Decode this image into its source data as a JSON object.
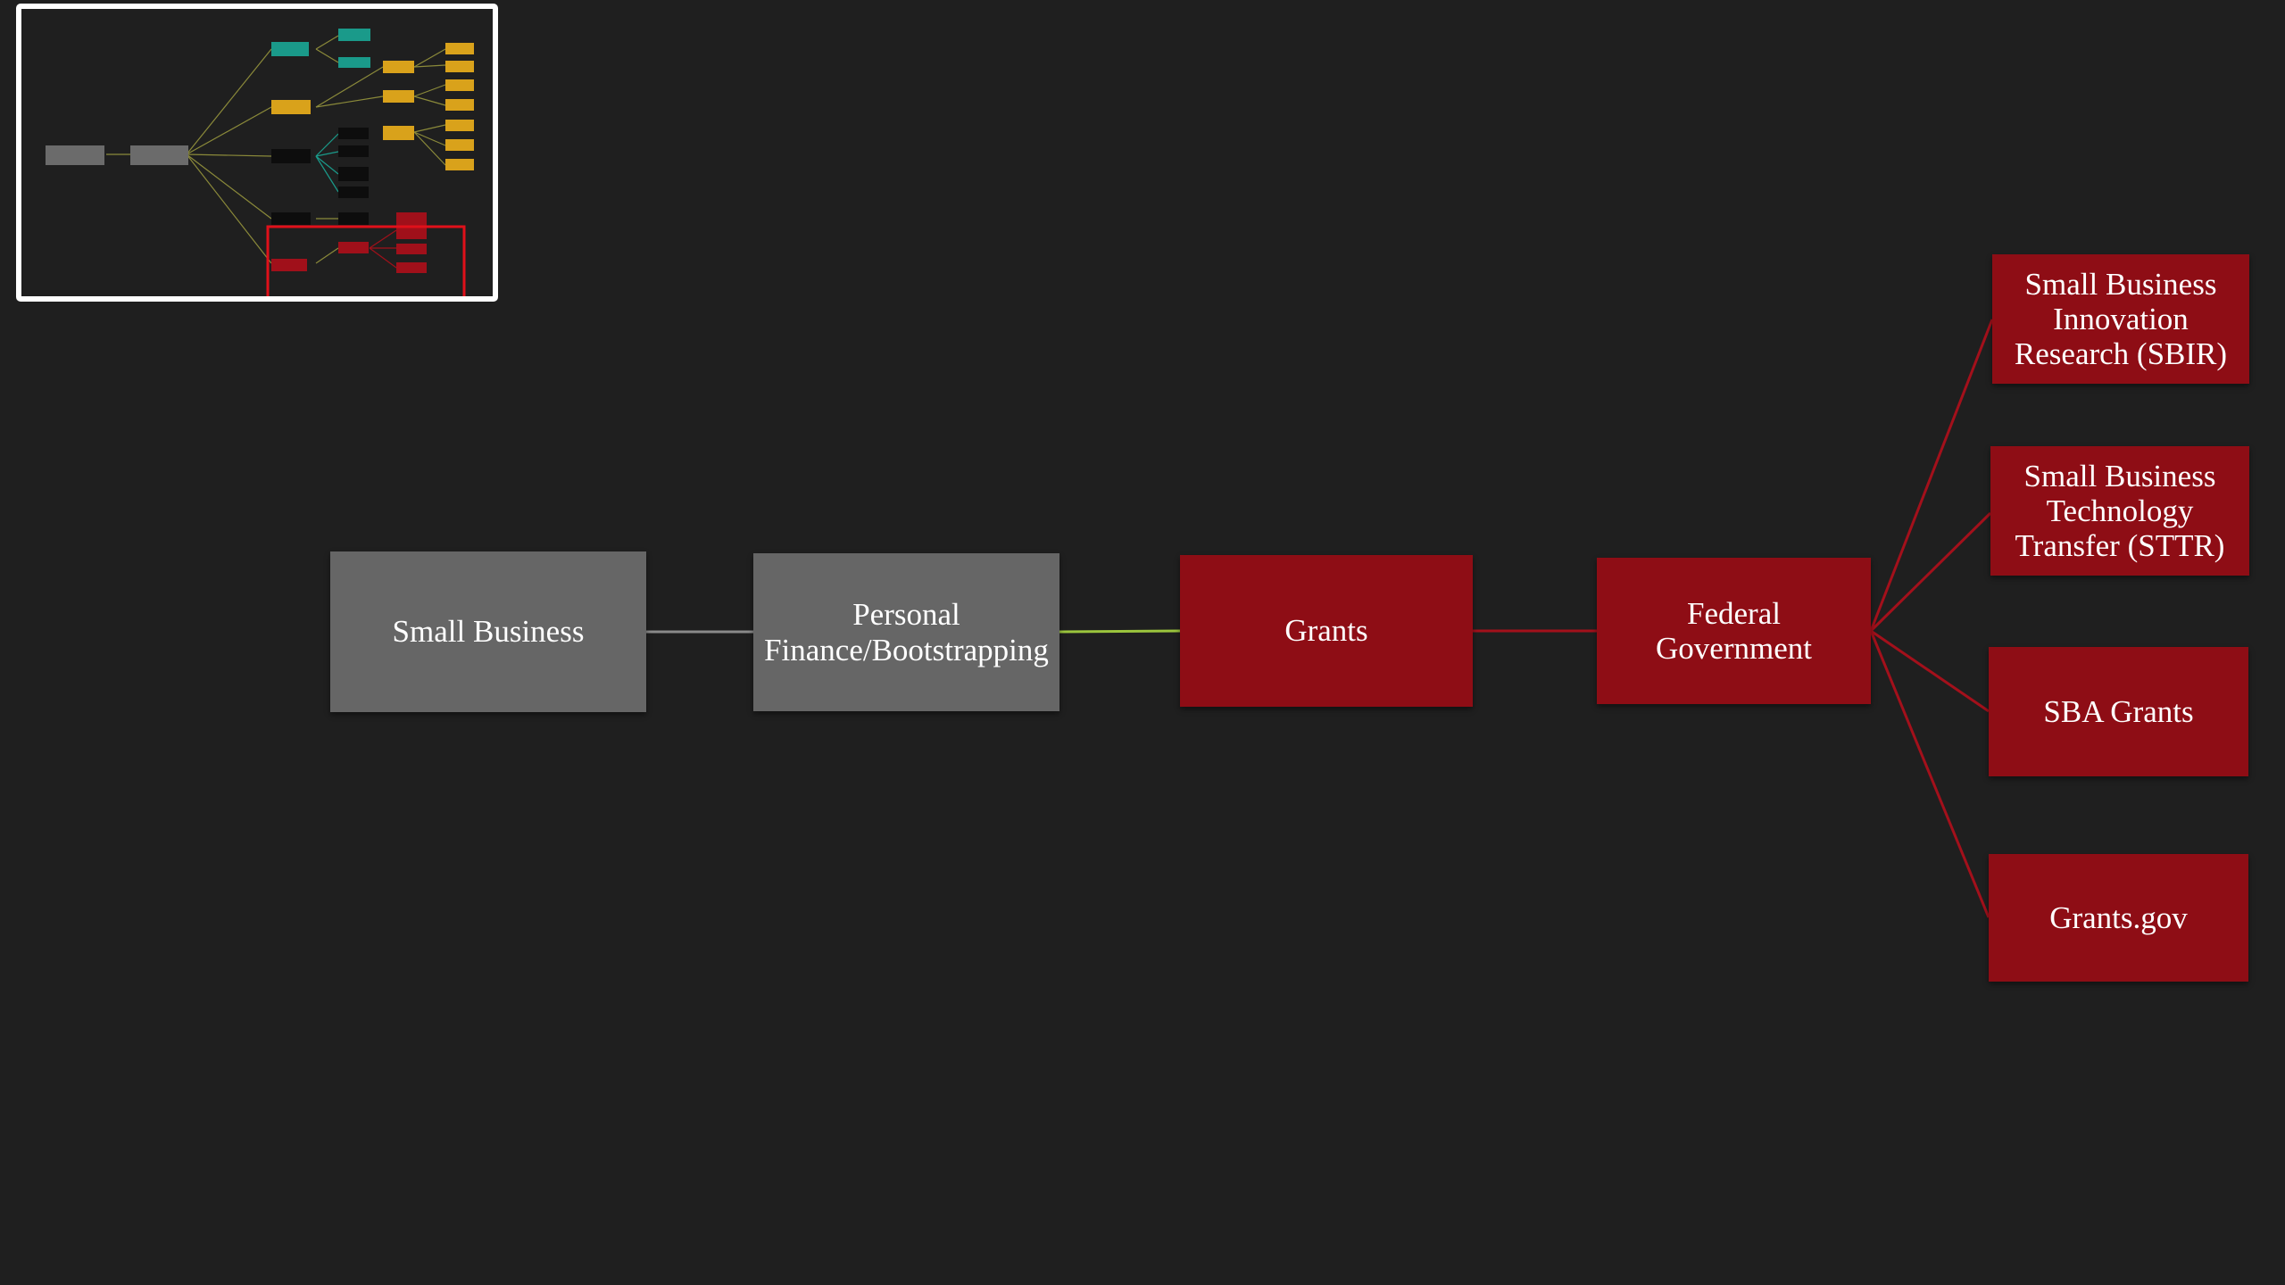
{
  "diagram": {
    "line_colors": {
      "gray": "#8a8a8a",
      "green": "#9bc53d",
      "red": "#8e0d15"
    },
    "node_colors": {
      "gray": "#666666",
      "red": "#8e0d15"
    },
    "nodes": {
      "small_business": "Small Business",
      "personal_finance": "Personal\nFinance/Bootstrapping",
      "grants": "Grants",
      "federal_government": "Federal\nGovernment",
      "sbir": "Small Business\nInnovation\nResearch (SBIR)",
      "sttr": "Small Business\nTechnology\nTransfer (STTR)",
      "sba_grants": "SBA Grants",
      "grants_gov": "Grants.gov"
    }
  },
  "minimap": {
    "colors": {
      "teal": "#1a9a8a",
      "yellow": "#d9a21b",
      "black": "#0d0d0d",
      "red": "#a0101a",
      "gray": "#6b6b6b",
      "viewport": "#e0101a",
      "frame": "#ffffff"
    }
  }
}
